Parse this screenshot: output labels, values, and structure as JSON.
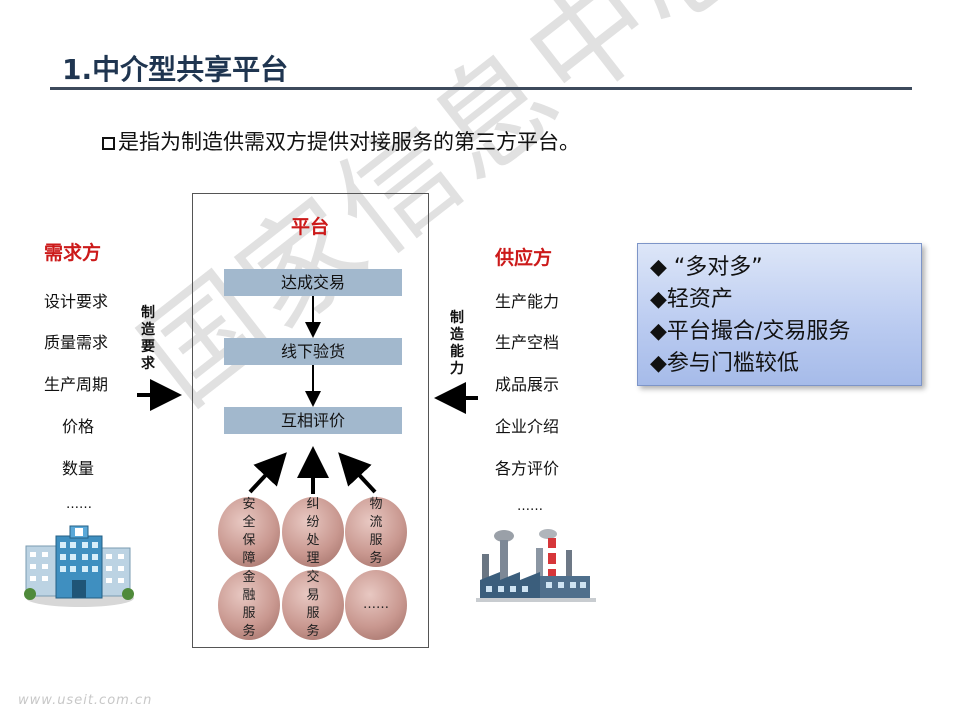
{
  "title": "1.中介型共享平台",
  "definition": "是指为制造供需双方提供对接服务的第三方平台。",
  "platform": {
    "heading": "平台",
    "steps": [
      "达成交易",
      "线下验货",
      "互相评价"
    ],
    "services_row1": [
      "安全保障",
      "纠纷处理",
      "物流服务"
    ],
    "services_row2": [
      "金融服务",
      "交易服务",
      "……"
    ]
  },
  "demand": {
    "heading": "需求方",
    "items": [
      "设计要求",
      "质量需求",
      "生产周期",
      "价格",
      "数量",
      "……"
    ],
    "arrow_label": [
      "制",
      "造",
      "要",
      "求"
    ]
  },
  "supply": {
    "heading": "供应方",
    "items": [
      "生产能力",
      "生产空档",
      "成品展示",
      "企业介绍",
      "各方评价",
      "……"
    ],
    "arrow_label": [
      "制",
      "造",
      "能",
      "力"
    ]
  },
  "features": [
    "◆ “多对多”",
    "◆轻资产",
    "◆平台撮合/交易服务",
    "◆参与门槛较低"
  ],
  "watermark": "国家信息中心",
  "footer": "www.useit.com.cn"
}
